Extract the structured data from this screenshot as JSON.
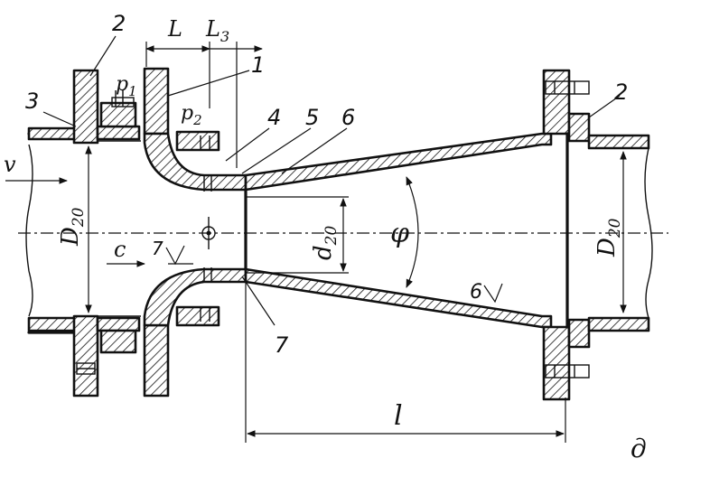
{
  "labels": {
    "l_top": "L",
    "l3": "L",
    "l3_sub": "3",
    "part_1": "1",
    "part_2_left": "2",
    "part_2_right": "2",
    "part_3": "3",
    "part_4": "4",
    "part_5": "5",
    "part_6": "6",
    "part_7": "7",
    "p1": "p",
    "p1_sub": "1",
    "p2": "p",
    "p2_sub": "2",
    "v": "v",
    "d20_left": "D",
    "d20_left_sub": "20",
    "d20_right": "D",
    "d20_right_sub": "20",
    "small_d20": "d",
    "small_d20_sub": "20",
    "phi": "φ",
    "c": "c",
    "roughness_7": "7",
    "roughness_6": "6",
    "length_l": "l",
    "figure_letter": "д"
  }
}
